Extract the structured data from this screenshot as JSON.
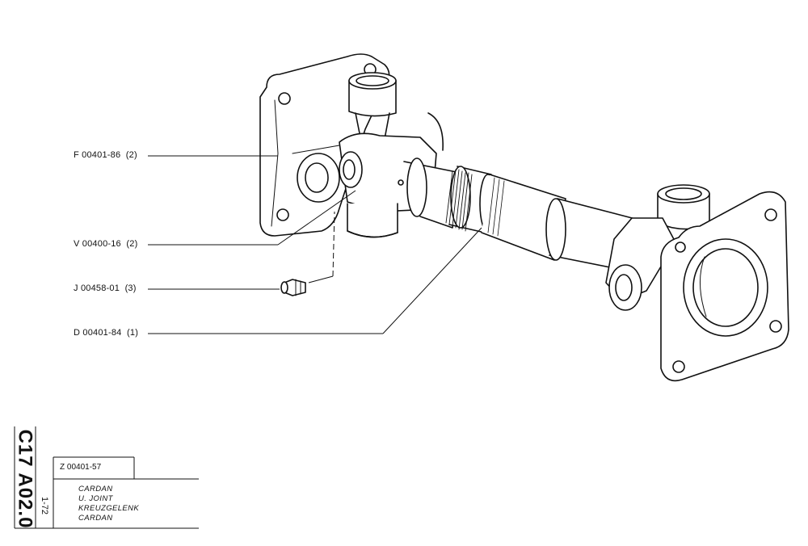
{
  "callouts": [
    {
      "code": "F 00401-86",
      "qty": "(2)"
    },
    {
      "code": "V 00400-16",
      "qty": "(2)"
    },
    {
      "code": "J 00458-01",
      "qty": "(3)"
    },
    {
      "code": "D 00401-84",
      "qty": "(1)"
    }
  ],
  "title_block": {
    "vertical_code": "C17 A02.0",
    "date": "1-72",
    "reference": "Z 00401-57",
    "descriptions": [
      "CARDAN",
      "U. JOINT",
      "KREUZGELENK",
      "CARDAN"
    ]
  }
}
